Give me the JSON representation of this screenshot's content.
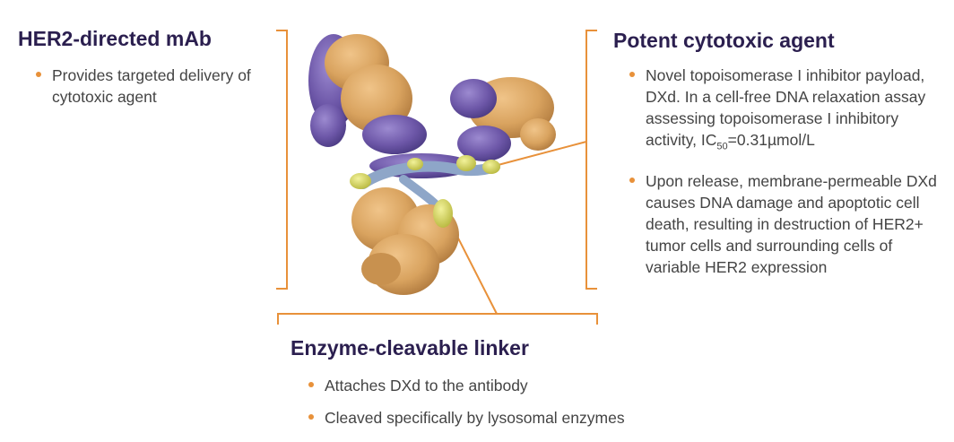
{
  "colors": {
    "heading": "#2b1f4f",
    "text": "#444444",
    "accent_orange": "#e8913a",
    "purple_domain": "#6d57a8",
    "gold_domain": "#d9a35f",
    "linker_blue": "#8ea6c8",
    "payload_yellow": "#d6d65a"
  },
  "left": {
    "title": "HER2-directed mAb",
    "bullets": [
      "Provides targeted delivery of cytotoxic agent"
    ]
  },
  "right": {
    "title": "Potent cytotoxic agent",
    "bullet1_text": "Novel topoisomerase I inhibitor payload, DXd. In a cell-free DNA relaxation assay assessing topoisomerase I inhibitory activity, ",
    "bullet1_ic": "IC",
    "bullet1_sub": "50",
    "bullet1_value": "=0.31µmol/L",
    "bullet2": "Upon release, membrane-permeable DXd causes DNA damage and apoptotic cell death, resulting in destruction of HER2+ tumor cells and surrounding cells of variable HER2 expression"
  },
  "bottom": {
    "title": "Enzyme-cleavable linker",
    "bullets": [
      "Attaches DXd to the antibody",
      "Cleaved specifically by lysosomal enzymes"
    ]
  },
  "image": {
    "icon": "antibody-drug-conjugate-icon"
  }
}
